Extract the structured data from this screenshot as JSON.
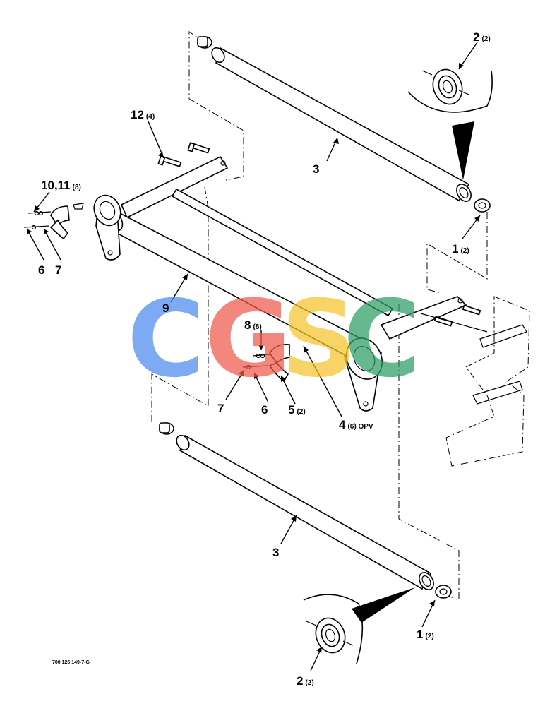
{
  "drawing_number": "700 125 149-7-G",
  "watermark": {
    "letters": [
      "C",
      "G",
      "S",
      "C"
    ],
    "colors": [
      "#4a8cf0",
      "#ef5a4d",
      "#f4c42a",
      "#2e9d63"
    ]
  },
  "callouts": [
    {
      "id": "c2-top",
      "label": "2",
      "qty": "(2)"
    },
    {
      "id": "c3-top",
      "label": "3",
      "qty": ""
    },
    {
      "id": "c12",
      "label": "12",
      "qty": "(4)"
    },
    {
      "id": "c10-11",
      "label": "10,11",
      "qty": "(8)"
    },
    {
      "id": "c1-right",
      "label": "1",
      "qty": "(2)"
    },
    {
      "id": "c6-left",
      "label": "6",
      "qty": ""
    },
    {
      "id": "c7-left",
      "label": "7",
      "qty": ""
    },
    {
      "id": "c9",
      "label": "9",
      "qty": ""
    },
    {
      "id": "c8",
      "label": "8",
      "qty": "(8)"
    },
    {
      "id": "c7-mid",
      "label": "7",
      "qty": ""
    },
    {
      "id": "c6-mid",
      "label": "6",
      "qty": ""
    },
    {
      "id": "c5",
      "label": "5",
      "qty": "(2)"
    },
    {
      "id": "c4",
      "label": "4",
      "qty": "(6) OPV"
    },
    {
      "id": "c3-bottom",
      "label": "3",
      "qty": ""
    },
    {
      "id": "c1-bottom",
      "label": "1",
      "qty": "(2)"
    },
    {
      "id": "c2-bottom",
      "label": "2",
      "qty": "(2)"
    }
  ]
}
